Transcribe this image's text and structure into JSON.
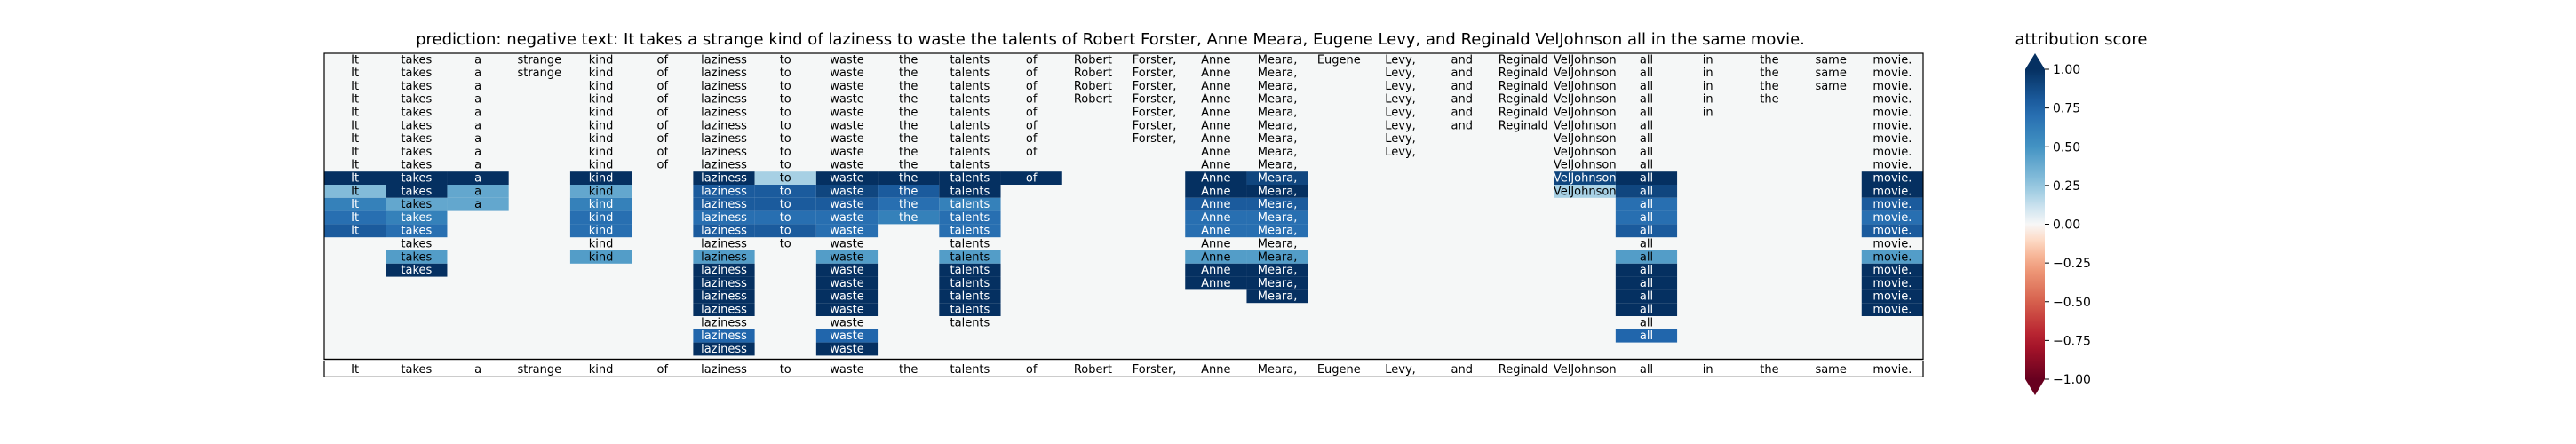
{
  "chart_data": {
    "type": "heatmap",
    "title": "prediction:  negative     text:  It takes a strange kind of laziness to waste the talents of Robert Forster, Anne Meara, Eugene Levy, and Reginald VelJohnson all in the same movie.",
    "tokens": [
      "It",
      "takes",
      "a",
      "strange",
      "kind",
      "of",
      "laziness",
      "to",
      "waste",
      "the",
      "talents",
      "of",
      "Robert",
      "Forster,",
      "Anne",
      "Meara,",
      "Eugene",
      "Levy,",
      "and",
      "Reginald",
      "VelJohnson",
      "all",
      "in",
      "the",
      "same",
      "movie."
    ],
    "rows": [
      {
        "tokens": [
          0,
          1,
          2,
          3,
          4,
          5,
          6,
          7,
          8,
          9,
          10,
          11,
          12,
          13,
          14,
          15,
          16,
          17,
          18,
          19,
          20,
          21,
          22,
          23,
          24,
          25
        ],
        "scores": [
          0,
          0,
          0,
          0,
          0,
          0,
          0,
          0,
          0,
          0,
          0,
          0,
          0,
          0,
          0,
          0,
          0,
          0,
          0,
          0,
          0,
          0,
          0,
          0,
          0,
          0
        ]
      },
      {
        "tokens": [
          0,
          1,
          2,
          3,
          4,
          5,
          6,
          7,
          8,
          9,
          10,
          11,
          12,
          13,
          14,
          15,
          17,
          18,
          19,
          20,
          21,
          22,
          23,
          24,
          25
        ],
        "scores": [
          0,
          0,
          0,
          0,
          0,
          0,
          0,
          0,
          0,
          0,
          0,
          0,
          0,
          0,
          0,
          0,
          0,
          0,
          0,
          0,
          0,
          0,
          0,
          0,
          0
        ]
      },
      {
        "tokens": [
          0,
          1,
          2,
          4,
          5,
          6,
          7,
          8,
          9,
          10,
          11,
          12,
          13,
          14,
          15,
          17,
          18,
          19,
          20,
          21,
          22,
          23,
          24,
          25
        ],
        "scores": [
          0,
          0,
          0,
          0,
          0,
          0,
          0,
          0,
          0,
          0,
          0,
          0,
          0,
          0,
          0,
          0,
          0,
          0,
          0,
          0,
          0,
          0,
          0,
          0
        ]
      },
      {
        "tokens": [
          0,
          1,
          2,
          4,
          5,
          6,
          7,
          8,
          9,
          10,
          11,
          12,
          13,
          14,
          15,
          17,
          18,
          19,
          20,
          21,
          22,
          23,
          25
        ],
        "scores": [
          0,
          0,
          0,
          0,
          0,
          0,
          0,
          0,
          0,
          0,
          0,
          0,
          0,
          0,
          0,
          0,
          0,
          0,
          0,
          0,
          0,
          0,
          0
        ]
      },
      {
        "tokens": [
          0,
          1,
          2,
          4,
          5,
          6,
          7,
          8,
          9,
          10,
          11,
          13,
          14,
          15,
          17,
          18,
          19,
          20,
          21,
          22,
          25
        ],
        "scores": [
          0,
          0,
          0,
          0,
          0,
          0,
          0,
          0,
          0,
          0,
          0,
          0,
          0,
          0,
          0,
          0,
          0,
          0,
          0,
          0,
          0
        ]
      },
      {
        "tokens": [
          0,
          1,
          2,
          4,
          5,
          6,
          7,
          8,
          9,
          10,
          11,
          13,
          14,
          15,
          17,
          18,
          19,
          20,
          21,
          25
        ],
        "scores": [
          0,
          0,
          0,
          0,
          0,
          0,
          0,
          0,
          0,
          0,
          0,
          0,
          0,
          0,
          0,
          0,
          0,
          0,
          0,
          0
        ]
      },
      {
        "tokens": [
          0,
          1,
          2,
          4,
          5,
          6,
          7,
          8,
          9,
          10,
          11,
          13,
          14,
          15,
          17,
          20,
          21,
          25
        ],
        "scores": [
          0,
          0,
          0,
          0,
          0,
          0,
          0,
          0,
          0,
          0,
          0,
          0,
          0,
          0,
          0,
          0,
          0,
          0
        ]
      },
      {
        "tokens": [
          0,
          1,
          2,
          4,
          5,
          6,
          7,
          8,
          9,
          10,
          11,
          14,
          15,
          17,
          20,
          21,
          25
        ],
        "scores": [
          0,
          0,
          0,
          0,
          0,
          0,
          0,
          0,
          0,
          0,
          0,
          0,
          0,
          0,
          0,
          0,
          0
        ]
      },
      {
        "tokens": [
          0,
          1,
          2,
          4,
          5,
          6,
          7,
          8,
          9,
          10,
          14,
          15,
          20,
          21,
          25
        ],
        "scores": [
          0,
          0,
          0,
          0,
          0,
          0,
          0,
          0,
          0,
          0,
          0,
          0,
          0,
          0,
          0
        ]
      },
      {
        "tokens": [
          0,
          1,
          2,
          4,
          6,
          7,
          8,
          9,
          10,
          11,
          14,
          15,
          20,
          21,
          25
        ],
        "scores": [
          1,
          1,
          1,
          1,
          1,
          0.2,
          1,
          1,
          1,
          1,
          1,
          0.9,
          0.9,
          1,
          1
        ]
      },
      {
        "tokens": [
          0,
          1,
          2,
          4,
          6,
          7,
          8,
          9,
          10,
          14,
          15,
          20,
          21,
          25
        ],
        "scores": [
          0.3,
          1,
          0.4,
          0.4,
          0.8,
          0.8,
          0.9,
          0.8,
          1,
          1,
          1,
          0.2,
          0.9,
          1
        ]
      },
      {
        "tokens": [
          0,
          1,
          2,
          4,
          6,
          7,
          8,
          9,
          10,
          14,
          15,
          21,
          25
        ],
        "scores": [
          0.6,
          0.4,
          0.4,
          0.6,
          0.8,
          0.8,
          0.8,
          0.7,
          0.6,
          0.8,
          0.8,
          0.7,
          0.8
        ]
      },
      {
        "tokens": [
          0,
          1,
          4,
          6,
          7,
          8,
          9,
          10,
          14,
          15,
          21,
          25
        ],
        "scores": [
          0.7,
          0.6,
          0.7,
          0.7,
          0.7,
          0.7,
          0.6,
          0.7,
          0.7,
          0.7,
          0.7,
          0.7
        ]
      },
      {
        "tokens": [
          0,
          1,
          4,
          6,
          7,
          8,
          10,
          14,
          15,
          21,
          25
        ],
        "scores": [
          0.8,
          0.7,
          0.7,
          0.8,
          0.8,
          0.7,
          0.7,
          0.7,
          0.7,
          0.8,
          0.8
        ]
      },
      {
        "tokens": [
          1,
          4,
          6,
          7,
          8,
          10,
          14,
          15,
          21,
          25
        ],
        "scores": [
          0,
          0,
          0,
          0,
          0,
          0,
          0,
          0,
          0,
          0
        ]
      },
      {
        "tokens": [
          1,
          4,
          6,
          8,
          10,
          14,
          15,
          21,
          25
        ],
        "scores": [
          0.45,
          0.45,
          0.45,
          0.45,
          0.45,
          0.45,
          0.45,
          0.45,
          0.45
        ]
      },
      {
        "tokens": [
          1,
          6,
          8,
          10,
          14,
          15,
          21,
          25
        ],
        "scores": [
          1,
          1,
          1,
          1,
          1,
          1,
          1,
          1
        ]
      },
      {
        "tokens": [
          6,
          8,
          10,
          14,
          15,
          21,
          25
        ],
        "scores": [
          1,
          1,
          1,
          1,
          1,
          1,
          1
        ]
      },
      {
        "tokens": [
          6,
          8,
          10,
          15,
          21,
          25
        ],
        "scores": [
          1,
          1,
          1,
          1,
          1,
          1
        ]
      },
      {
        "tokens": [
          6,
          8,
          10,
          21,
          25
        ],
        "scores": [
          1,
          1,
          1,
          1,
          1
        ]
      },
      {
        "tokens": [
          6,
          8,
          10,
          21
        ],
        "scores": [
          0,
          0,
          0,
          0
        ]
      },
      {
        "tokens": [
          6,
          8,
          21
        ],
        "scores": [
          0.75,
          0.75,
          0.75
        ]
      },
      {
        "tokens": [
          6,
          8
        ],
        "scores": [
          1,
          1
        ]
      }
    ],
    "xtick_labels": [
      "It",
      "takes",
      "a",
      "strange",
      "kind",
      "of",
      "laziness",
      "to",
      "waste",
      "the",
      "talents",
      "of",
      "Robert",
      "Forster,",
      "Anne",
      "Meara,",
      "Eugene",
      "Levy,",
      "and",
      "Reginald",
      "VelJohnson",
      "all",
      "in",
      "the",
      "same",
      "movie."
    ],
    "colorbar": {
      "label": "attribution score",
      "range": [
        -1.0,
        1.0
      ],
      "ticks": [
        "1.00",
        "0.75",
        "0.50",
        "0.25",
        "0.00",
        "−0.25",
        "−0.50",
        "−0.75",
        "−1.00"
      ],
      "tick_values": [
        1.0,
        0.75,
        0.5,
        0.25,
        0.0,
        -0.25,
        -0.5,
        -0.75,
        -1.0
      ],
      "colormap": "RdBu"
    },
    "grid": false,
    "legend": "right"
  }
}
